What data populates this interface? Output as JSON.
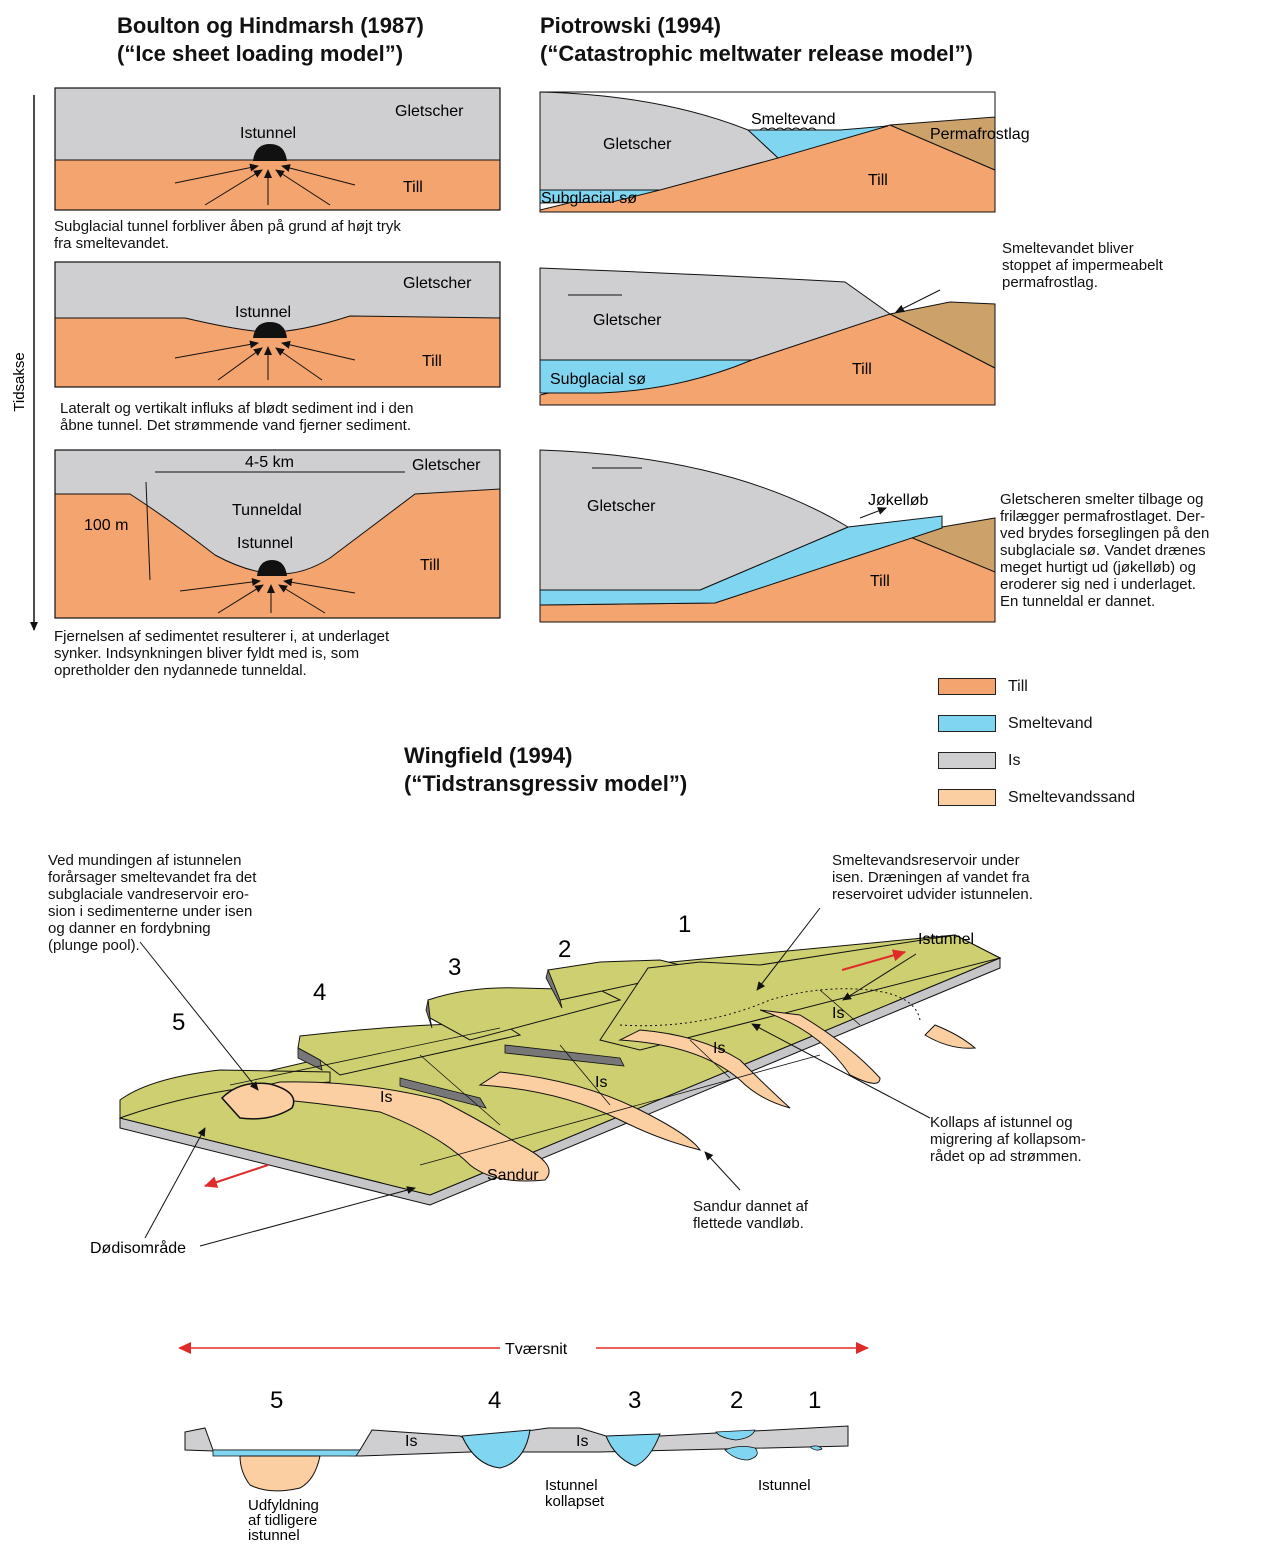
{
  "headings": {
    "boulton_title": "Boulton og Hindmarsh (1987)",
    "boulton_sub": "(“Ice sheet loading model”)",
    "piotrowski_title": "Piotrowski (1994)",
    "piotrowski_sub": "(“Catastrophic meltwater release model”)",
    "wingfield_title": "Wingfield (1994)",
    "wingfield_sub": "(“Tidstransgressiv model”)"
  },
  "time_axis": "Tidsakse",
  "boulton": {
    "p1": {
      "gletscher": "Gletscher",
      "istunnel": "Istunnel",
      "till": "Till"
    },
    "p1_caption": [
      "Subglacial tunnel forbliver åben på grund af højt tryk",
      "fra smeltevandet."
    ],
    "p2": {
      "gletscher": "Gletscher",
      "istunnel": "Istunnel",
      "till": "Till"
    },
    "p2_caption": [
      "Lateralt og vertikalt influks af blødt sediment ind i den",
      "åbne tunnel. Det strømmende vand fjerner sediment."
    ],
    "p3": {
      "width": "4-5 km",
      "gletscher": "Gletscher",
      "depth": "100 m",
      "tunneldal": "Tunneldal",
      "istunnel": "Istunnel",
      "till": "Till"
    },
    "p3_caption": [
      "Fjernelsen af sedimentet resulterer i, at underlaget",
      "synker. Indsynkningen bliver fyldt med is, som",
      "opretholder den nydannede tunneldal."
    ]
  },
  "piotrowski": {
    "p1": {
      "gletscher": "Gletscher",
      "smeltevand": "Smeltevand",
      "permafrost": "Permafrostlag",
      "till": "Till",
      "soe": "Subglacial sø"
    },
    "p2": {
      "gletscher": "Gletscher",
      "till": "Till",
      "soe": "Subglacial sø"
    },
    "p2_note": [
      "Smeltevandet bliver",
      "stoppet af impermeabelt",
      "permafrostlag."
    ],
    "p3": {
      "gletscher": "Gletscher",
      "jokellob": "Jøkelløb",
      "till": "Till"
    },
    "p3_note": [
      "Gletscheren smelter tilbage og",
      "frilægger permafrostlaget. Der-",
      "ved brydes forseglingen på den",
      "subglaciale sø. Vandet drænes",
      "meget hurtigt ud (jøkelløb) og",
      "eroderer sig ned i underlaget.",
      "En tunneldal er dannet."
    ]
  },
  "legend": [
    {
      "label": "Till",
      "color": "#f4a46e"
    },
    {
      "label": "Smeltevand",
      "color": "#80d5f0"
    },
    {
      "label": "Is",
      "color": "#cfcfd1"
    },
    {
      "label": "Smeltevandssand",
      "color": "#fbcfa1"
    }
  ],
  "block": {
    "numbers": [
      "1",
      "2",
      "3",
      "4",
      "5"
    ],
    "is_labels": [
      "Is",
      "Is",
      "Is",
      "Is"
    ],
    "sandur": "Sandur",
    "istunnel": "Istunnel",
    "note_plunge": [
      "Ved mundingen af istunnelen",
      "forårsager smeltevandet fra det",
      "subglaciale vandreservoir ero-",
      "sion i sedimenterne under isen",
      "og danner en fordybning",
      "(plunge pool)."
    ],
    "note_reservoir": [
      "Smeltevandsreservoir under",
      "isen. Dræningen af vandet fra",
      "reservoiret udvider istunnelen."
    ],
    "note_collapse": [
      "Kollaps af istunnel og",
      "migrering af kollapsom-",
      "rådet op ad strømmen."
    ],
    "note_sandur": [
      "Sandur dannet af",
      "flettede vandløb."
    ],
    "dodis": "Dødisområde"
  },
  "section": {
    "tvaersnit": "Tværsnit",
    "numbers": [
      "5",
      "4",
      "3",
      "2",
      "1"
    ],
    "is_a": "Is",
    "is_b": "Is",
    "fill_note": [
      "Udfyldning",
      "af tidligere",
      "istunnel"
    ],
    "collapsed": [
      "Istunnel",
      "kollapset"
    ],
    "istunnel": "Istunnel"
  },
  "colors": {
    "till": "#f4a46e",
    "water": "#80d5f0",
    "ice": "#cfcfd1",
    "sand": "#fbcfa1",
    "permafrost": "#cca26a",
    "block_top": "#cdcf70",
    "arrow_red": "#e02b2b"
  }
}
